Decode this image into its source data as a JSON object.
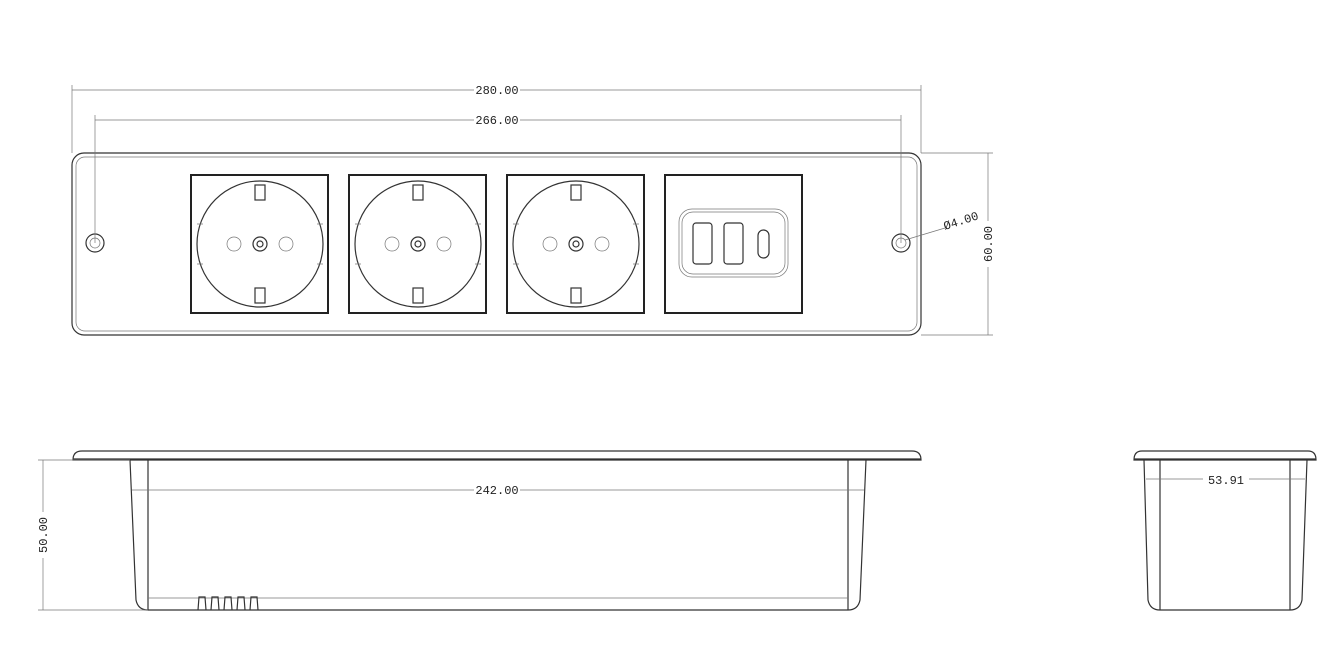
{
  "dimensions": {
    "overall_length": "280.00",
    "hole_spacing": "266.00",
    "height": "60.00",
    "hole_diameter": "Ø4.00",
    "body_length": "242.00",
    "depth": "50.00",
    "body_width": "53.91"
  },
  "top_view": {
    "socket_count": 3,
    "usb_module": {
      "usb_a_ports": 2,
      "usb_c_ports": 1
    }
  }
}
